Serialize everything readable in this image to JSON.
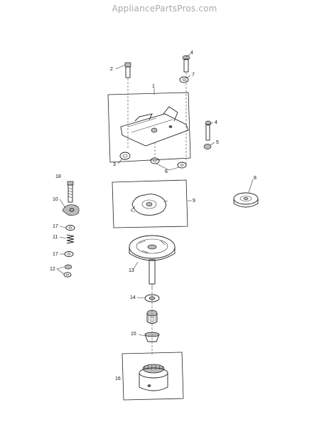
{
  "watermark": "AppliancePartsPros.com",
  "diagram": {
    "callouts": [
      "1",
      "2",
      "3",
      "4",
      "5",
      "6",
      "7",
      "8",
      "9",
      "10",
      "11",
      "12",
      "13",
      "14",
      "15",
      "16",
      "17",
      "18"
    ]
  }
}
